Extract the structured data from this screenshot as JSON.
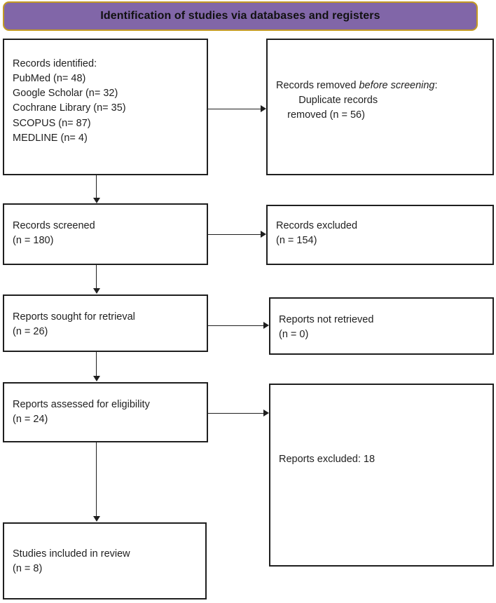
{
  "banner": {
    "title": "Identification of studies via databases and registers",
    "background_color": "#8166a8",
    "border_color": "#c49a23",
    "text_color": "#111111"
  },
  "theme": {
    "box_border_color": "#1f1f1f",
    "box_background": "#ffffff",
    "page_background": "#ffffff",
    "connector_color": "#1f1f1f"
  },
  "flow": {
    "boxes": [
      {
        "id": "identified",
        "column": "left",
        "stage": "identification",
        "text": "Records identified:\nPubMed (n= 48)\nGoogle Scholar (n= 32)\nCochrane Library (n= 35)\nSCOPUS (n= 87)\nMEDLINE (n= 4)",
        "counts": {
          "PubMed": 48,
          "Google Scholar": 32,
          "Cochrane Library": 35,
          "SCOPUS": 87,
          "MEDLINE": 4
        }
      },
      {
        "id": "removed",
        "column": "right",
        "stage": "identification",
        "lead_normal": "Records removed ",
        "lead_italic": "before screening",
        "lead_tail": ":",
        "detail": "\n        Duplicate records\n    removed (n = 56)",
        "count": 56
      },
      {
        "id": "screened",
        "column": "left",
        "stage": "screening",
        "text": "Records screened\n(n = 180)",
        "count": 180
      },
      {
        "id": "excluded",
        "column": "right",
        "stage": "screening",
        "text": "Records excluded\n(n = 154)",
        "count": 154
      },
      {
        "id": "sought",
        "column": "left",
        "stage": "retrieval",
        "text": "Reports sought for retrieval\n(n = 26)",
        "count": 26
      },
      {
        "id": "not-retrieved",
        "column": "right",
        "stage": "retrieval",
        "text": "Reports not retrieved\n(n = 0)",
        "count": 0
      },
      {
        "id": "assessed",
        "column": "left",
        "stage": "eligibility",
        "text": "Reports assessed for eligibility\n(n = 24)",
        "count": 24
      },
      {
        "id": "reports-excluded",
        "column": "right",
        "stage": "eligibility",
        "text": "Reports excluded: 18",
        "count": 18
      },
      {
        "id": "included",
        "column": "left",
        "stage": "included",
        "text": "Studies included in review\n(n = 8)",
        "count": 8
      }
    ],
    "connectors": [
      {
        "id": "identified-to-removed",
        "type": "arrow-right"
      },
      {
        "id": "screened-to-excluded",
        "type": "arrow-right"
      },
      {
        "id": "sought-to-not-retrieved",
        "type": "arrow-right"
      },
      {
        "id": "assessed-to-reports-excluded",
        "type": "arrow-right"
      },
      {
        "id": "identified-to-screened",
        "type": "arrow-down"
      },
      {
        "id": "screened-to-sought",
        "type": "arrow-down"
      },
      {
        "id": "sought-to-assessed",
        "type": "arrow-down"
      },
      {
        "id": "assessed-to-included",
        "type": "arrow-down"
      }
    ]
  }
}
